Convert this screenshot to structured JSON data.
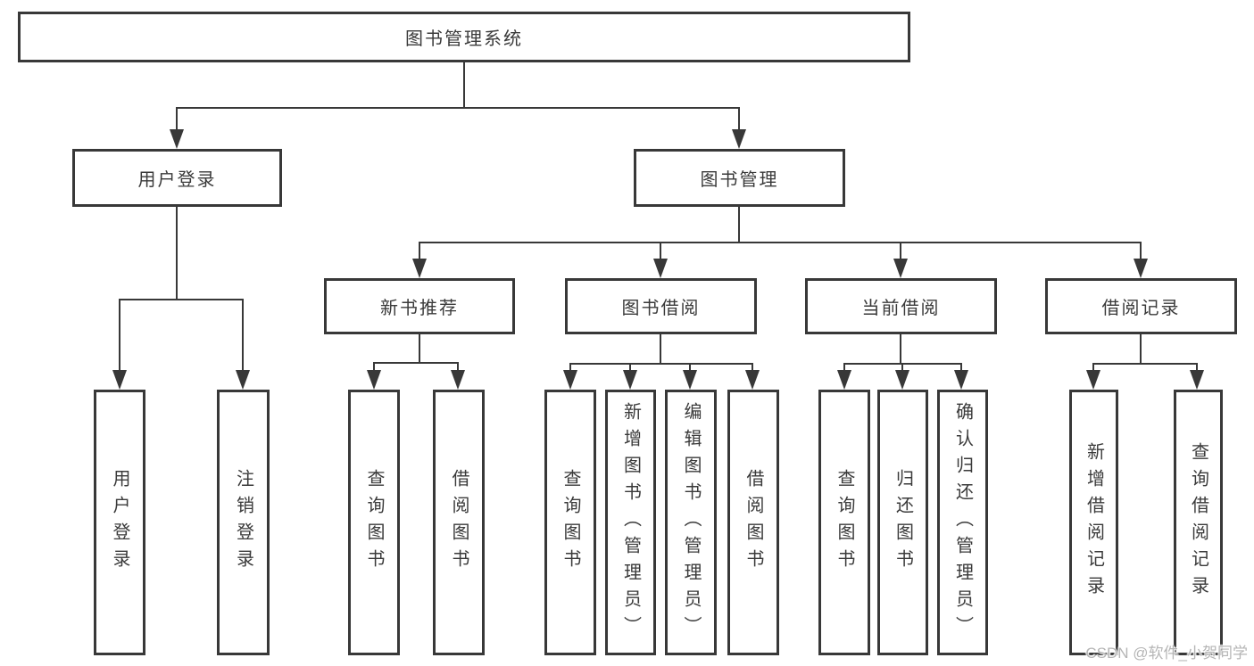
{
  "diagram_type": "hierarchy-tree",
  "colors": {
    "background": "#ffffff",
    "line": "#383838",
    "box_border": "#383838",
    "text": "#3a3a3a",
    "watermark": "#b5b5b5"
  },
  "tree": {
    "label": "图书管理系统",
    "children": [
      {
        "label": "用户登录",
        "children": [
          {
            "label": "用户登录"
          },
          {
            "label": "注销登录"
          }
        ]
      },
      {
        "label": "图书管理",
        "children": [
          {
            "label": "新书推荐",
            "children": [
              {
                "label": "查询图书"
              },
              {
                "label": "借阅图书"
              }
            ]
          },
          {
            "label": "图书借阅",
            "children": [
              {
                "label": "查询图书"
              },
              {
                "label": "新增图书（管理员）"
              },
              {
                "label": "编辑图书（管理员）"
              },
              {
                "label": "借阅图书"
              }
            ]
          },
          {
            "label": "当前借阅",
            "children": [
              {
                "label": "查询图书"
              },
              {
                "label": "归还图书"
              },
              {
                "label": "确认归还（管理员）"
              }
            ]
          },
          {
            "label": "借阅记录",
            "children": [
              {
                "label": "新增借阅记录"
              },
              {
                "label": "查询借阅记录"
              }
            ]
          }
        ]
      }
    ]
  },
  "watermark": {
    "text": "CSDN @软件_小贺同学"
  }
}
